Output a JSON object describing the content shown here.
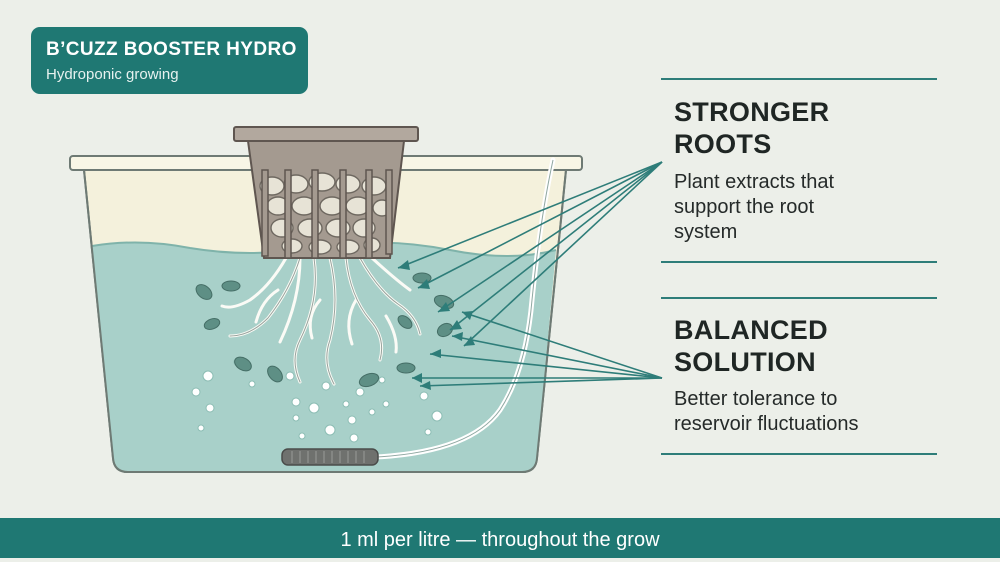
{
  "brand": {
    "title": "B’CUZZ BOOSTER HYDRO",
    "subtitle": "Hydroponic growing"
  },
  "benefits": [
    {
      "heading_line1": "STRONGER",
      "heading_line2": "ROOTS",
      "body_line1": "Plant extracts that",
      "body_line2": "support the root",
      "body_line3": "system"
    },
    {
      "heading_line1": "BALANCED",
      "heading_line2": "SOLUTION",
      "body_line1": "Better tolerance to",
      "body_line2": "reservoir fluctuations"
    }
  ],
  "footer": {
    "text": "1 ml per litre — throughout the grow"
  },
  "colors": {
    "accent": "#1f7873",
    "water": "#a8d0c9",
    "reservoir_top": "#f6f3df",
    "net_pot": "#a49a90",
    "microbes": "#5e8f85"
  },
  "icons": [
    "reservoir-icon",
    "net-pot-icon",
    "clay-pebbles-icon",
    "roots-icon",
    "air-stone-icon",
    "air-tube-icon",
    "bubbles-icon",
    "microbe-icon",
    "arrow-icon"
  ]
}
